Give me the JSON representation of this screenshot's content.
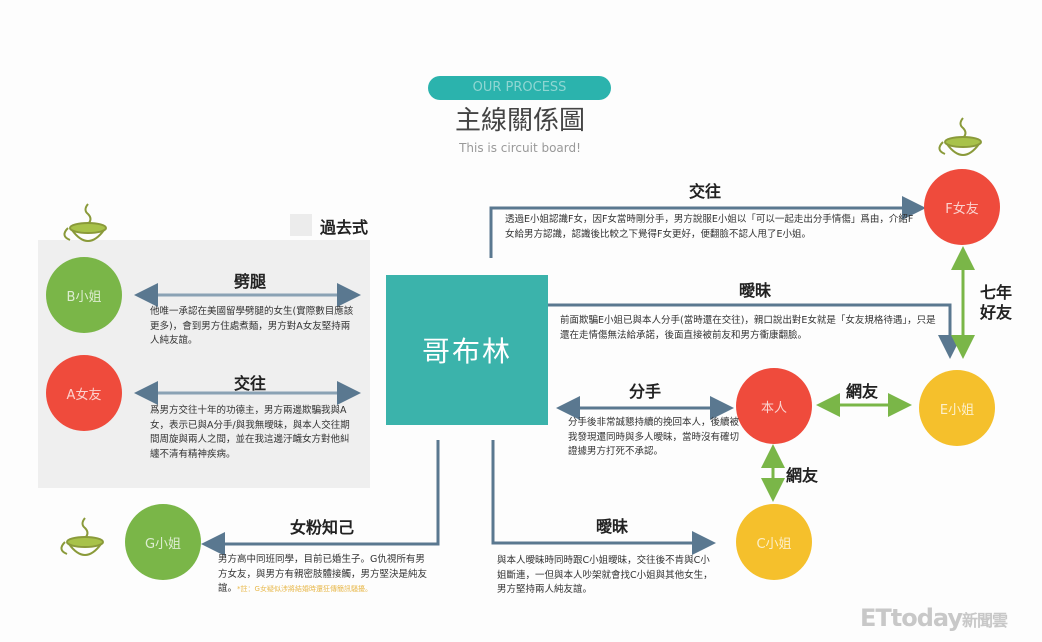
{
  "header": {
    "badge": "OUR PROCESS",
    "title": "主線關係圖",
    "subtitle": "This is circuit board!"
  },
  "legend": {
    "past_label": "過去式"
  },
  "center": {
    "name": "哥布林"
  },
  "nodes": {
    "b": "B小姐",
    "a": "A女友",
    "g": "G小姐",
    "f": "F女友",
    "self": "本人",
    "e": "E小姐",
    "c": "C小姐"
  },
  "colors": {
    "teal": "#3bb3ab",
    "red": "#ef4b3c",
    "green": "#7ab648",
    "yellow": "#f5c02c",
    "line": "#5a7890"
  },
  "relations": {
    "b": {
      "label": "劈腿",
      "text": "他唯一承認在美國留學劈腿的女生(實際數目應該更多)，會到男方住處煮麵，男方對A女友堅持兩人純友誼。"
    },
    "a": {
      "label": "交往",
      "text": "爲男方交往十年的功德主，男方兩邊欺騙我與A女，表示已與A分手/與我無曖昧，與本人交往期間周旋與兩人之間，並在我這邊汙衊女方對他糾纏不清有精神疾病。"
    },
    "f": {
      "label": "交往",
      "text": "透過E小姐認識F女，因F女當時剛分手，男方說服E小姐以「可以一起走出分手情傷」爲由，介紹F女給男方認識，認識後比較之下覺得F女更好，便翻臉不認人甩了E小姐。"
    },
    "e": {
      "label": "曖昧",
      "text": "前面欺騙E小姐已與本人分手(當時還在交往)，親口說出對E女就是「女友規格待遇」，只是還在走情傷無法給承諾，後面直接被前友和男方衝康翻臉。"
    },
    "fe": {
      "label": "七年好友"
    },
    "self": {
      "label": "分手",
      "text": "分手後非常誠懇持續的挽回本人，後續被我發現還同時與多人曖昧，當時沒有確切證據男方打死不承認。"
    },
    "self_e": {
      "label": "網友"
    },
    "self_c": {
      "label": "網友"
    },
    "g": {
      "label": "女粉知己",
      "text": "男方高中同班同學，目前已婚生子。G仇視所有男方女友，與男方有親密肢體接觸，男方堅決是純友誼。",
      "note": "*註：G女疑似涉將結婚時還狂傳簡訊騷擾。"
    },
    "c": {
      "label": "曖昧",
      "text": "與本人曖昧時同時跟C小姐曖昧，交往後不肯與C小姐斷連，一但與本人吵架就會找C小姐與其他女生，男方堅持兩人純友誼。"
    }
  },
  "watermark": {
    "brand": "ETtoday",
    "suffix": "新聞雲"
  }
}
